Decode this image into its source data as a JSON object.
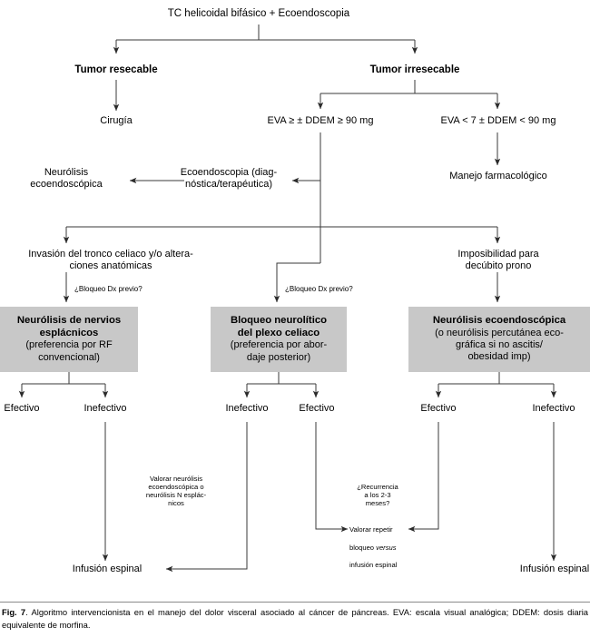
{
  "figure": {
    "label": "Fig. 7",
    "caption_text": ". Algoritmo intervencionista en el manejo del dolor visceral asociado al cáncer de páncreas. EVA: escala visual analógica; DDEM: dosis diaria equivalente de morfina."
  },
  "colors": {
    "box_fill": "#c8c8c8",
    "line": "#3a3a3a",
    "text": "#000000",
    "background": "#ffffff"
  },
  "flowchart": {
    "type": "flowchart",
    "title": "Algoritmo intervencionista en el manejo del dolor visceral asociado al cáncer de páncreas",
    "nodes": {
      "root": "TC helicoidal bifásico + Ecoendoscopia",
      "tumor_resecable": "Tumor resecable",
      "tumor_irresecable": "Tumor irresecable",
      "cirugia": "Cirugía",
      "eva_alto": "EVA ≥ ± DDEM ≥ 90 mg",
      "eva_bajo": "EVA < 7 ± DDEM < 90 mg",
      "manejo_farmacologico": "Manejo farmacológico",
      "ecoendoscopia_diag": "Ecoendoscopia (diag-\nnóstica/terapéutica)",
      "neurolisis_ecoendoscopica": "Neurólisis\necoendoscópica",
      "invasion_tronco": "Invasión del tronco celiaco y/o altera-\nciones anatómicas",
      "imposibilidad_prono": "Imposibilidad para\ndecúbito prono",
      "bloqueo_dx_previo_izq": "¿Bloqueo Dx previo?",
      "bloqueo_dx_previo_centro": "¿Bloqueo Dx previo?",
      "valorar_neurolisis": "Valorar neurólisis\necoendoscópica o\nneurólisis N esplác-\nnicos",
      "recurrencia": "¿Recurrencia\na los 2-3\nmeses?",
      "infusion_espinal_izq": "Infusión espinal",
      "infusion_espinal_der": "Infusión espinal"
    },
    "valorar_repetir": {
      "line1": "Valorar repetir",
      "line2_pre": "bloqueo ",
      "line2_italic": "versus",
      "line3": "infusión espinal"
    },
    "gray_boxes": [
      {
        "id": "neurolisis-nervios-esplacnicos",
        "title": "Neurólisis de nervios\nesplácnicos",
        "subtitle": "(preferencia por RF\nconvencional)"
      },
      {
        "id": "bloqueo-neurolitico-plexo-celiaco",
        "title": "Bloqueo neurolítico\ndel plexo celiaco",
        "subtitle": "(preferencia por abor-\ndaje posterior)"
      },
      {
        "id": "neurolisis-ecoendoscopica",
        "title": "Neurólisis ecoendoscópica",
        "subtitle": "(o neurólisis percutánea eco-\ngráfica si no ascitis/\nobesidad imp)"
      }
    ],
    "outcomes": {
      "left_box": [
        "Efectivo",
        "Inefectivo"
      ],
      "center_box": [
        "Inefectivo",
        "Efectivo"
      ],
      "right_box": [
        "Efectivo",
        "Inefectivo"
      ]
    }
  }
}
